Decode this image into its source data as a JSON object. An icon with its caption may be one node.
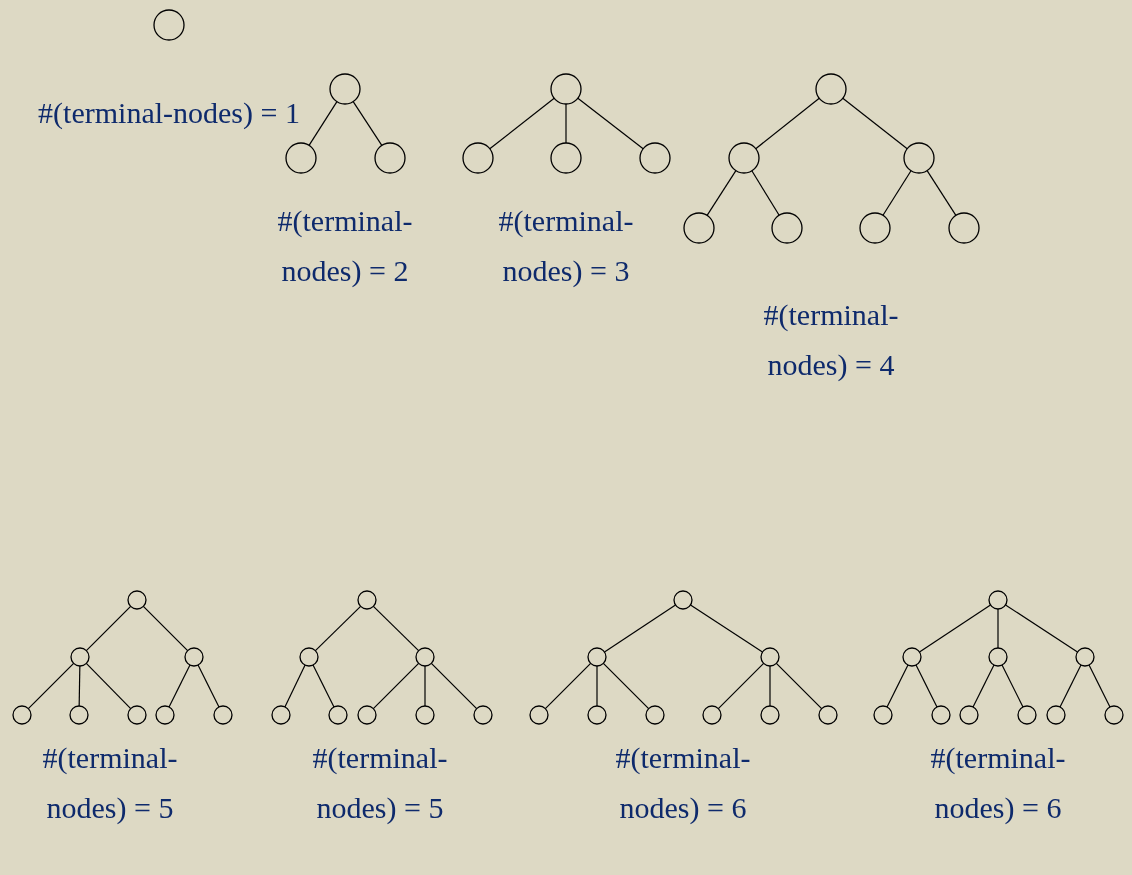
{
  "diagram": {
    "nodes": [
      {
        "text": [],
        "shape": "circle"
      },
      {
        "text": [],
        "shape": "circle"
      },
      {
        "text": [],
        "shape": "circle"
      },
      {
        "text": [],
        "shape": "circle"
      },
      {
        "text": [],
        "shape": "circle"
      },
      {
        "text": [],
        "shape": "circle"
      },
      {
        "text": [],
        "shape": "circle"
      },
      {
        "text": [],
        "shape": "circle"
      },
      {
        "text": [],
        "shape": "circle"
      },
      {
        "text": [],
        "shape": "circle"
      },
      {
        "text": [],
        "shape": "circle"
      },
      {
        "text": [],
        "shape": "circle"
      },
      {
        "text": [],
        "shape": "circle"
      },
      {
        "text": [],
        "shape": "circle"
      },
      {
        "text": [],
        "shape": "circle"
      },
      {
        "text": [],
        "shape": "circle"
      },
      {
        "text": [],
        "shape": "circle"
      },
      {
        "text": [],
        "shape": "circle"
      },
      {
        "text": [],
        "shape": "circle"
      },
      {
        "text": [],
        "shape": "circle"
      },
      {
        "text": [],
        "shape": "circle"
      },
      {
        "text": [],
        "shape": "circle"
      },
      {
        "text": [],
        "shape": "circle"
      },
      {
        "text": [],
        "shape": "circle"
      },
      {
        "text": [],
        "shape": "circle"
      },
      {
        "text": [],
        "shape": "circle"
      },
      {
        "text": [],
        "shape": "circle"
      },
      {
        "text": [],
        "shape": "circle"
      },
      {
        "text": [],
        "shape": "circle"
      },
      {
        "text": [],
        "shape": "circle"
      },
      {
        "text": [],
        "shape": "circle"
      },
      {
        "text": [],
        "shape": "circle"
      },
      {
        "text": [],
        "shape": "circle"
      },
      {
        "text": [],
        "shape": "circle"
      },
      {
        "text": [],
        "shape": "circle"
      },
      {
        "text": [],
        "shape": "circle"
      },
      {
        "text": [],
        "shape": "circle"
      },
      {
        "text": [],
        "shape": "circle"
      },
      {
        "text": [],
        "shape": "circle"
      },
      {
        "text": [],
        "shape": "circle"
      },
      {
        "text": [],
        "shape": "circle"
      },
      {
        "text": [],
        "shape": "circle"
      },
      {
        "text": [],
        "shape": "circle"
      },
      {
        "text": [],
        "shape": "circle"
      },
      {
        "text": [],
        "shape": "circle"
      },
      {
        "text": [],
        "shape": "circle"
      },
      {
        "text": [],
        "shape": "circle"
      },
      {
        "text": [],
        "shape": "circle"
      },
      {
        "text": [],
        "shape": "circle"
      },
      {
        "text": [],
        "shape": "circle"
      }
    ],
    "edges": [
      {
        "from": 1,
        "to": 2,
        "arrow": "none"
      },
      {
        "from": 1,
        "to": 3,
        "arrow": "none"
      },
      {
        "from": 4,
        "to": 5,
        "arrow": "none"
      },
      {
        "from": 4,
        "to": 6,
        "arrow": "none"
      },
      {
        "from": 4,
        "to": 7,
        "arrow": "none"
      },
      {
        "from": 8,
        "to": 9,
        "arrow": "none"
      },
      {
        "from": 8,
        "to": 10,
        "arrow": "none"
      },
      {
        "from": 9,
        "to": 11,
        "arrow": "none"
      },
      {
        "from": 9,
        "to": 12,
        "arrow": "none"
      },
      {
        "from": 10,
        "to": 13,
        "arrow": "none"
      },
      {
        "from": 10,
        "to": 14,
        "arrow": "none"
      },
      {
        "from": 15,
        "to": 16,
        "arrow": "none"
      },
      {
        "from": 15,
        "to": 17,
        "arrow": "none"
      },
      {
        "from": 16,
        "to": 18,
        "arrow": "none"
      },
      {
        "from": 16,
        "to": 19,
        "arrow": "none"
      },
      {
        "from": 16,
        "to": 20,
        "arrow": "none"
      },
      {
        "from": 17,
        "to": 21,
        "arrow": "none"
      },
      {
        "from": 17,
        "to": 22,
        "arrow": "none"
      },
      {
        "from": 23,
        "to": 24,
        "arrow": "none"
      },
      {
        "from": 23,
        "to": 25,
        "arrow": "none"
      },
      {
        "from": 24,
        "to": 26,
        "arrow": "none"
      },
      {
        "from": 24,
        "to": 27,
        "arrow": "none"
      },
      {
        "from": 25,
        "to": 28,
        "arrow": "none"
      },
      {
        "from": 25,
        "to": 29,
        "arrow": "none"
      },
      {
        "from": 25,
        "to": 30,
        "arrow": "none"
      },
      {
        "from": 31,
        "to": 32,
        "arrow": "none"
      },
      {
        "from": 31,
        "to": 33,
        "arrow": "none"
      },
      {
        "from": 32,
        "to": 34,
        "arrow": "none"
      },
      {
        "from": 32,
        "to": 35,
        "arrow": "none"
      },
      {
        "from": 32,
        "to": 36,
        "arrow": "none"
      },
      {
        "from": 33,
        "to": 37,
        "arrow": "none"
      },
      {
        "from": 33,
        "to": 38,
        "arrow": "none"
      },
      {
        "from": 33,
        "to": 39,
        "arrow": "none"
      },
      {
        "from": 40,
        "to": 41,
        "arrow": "none"
      },
      {
        "from": 40,
        "to": 42,
        "arrow": "none"
      },
      {
        "from": 40,
        "to": 43,
        "arrow": "none"
      },
      {
        "from": 41,
        "to": 44,
        "arrow": "none"
      },
      {
        "from": 41,
        "to": 45,
        "arrow": "none"
      },
      {
        "from": 42,
        "to": 46,
        "arrow": "none"
      },
      {
        "from": 42,
        "to": 47,
        "arrow": "none"
      },
      {
        "from": 43,
        "to": 48,
        "arrow": "none"
      },
      {
        "from": 43,
        "to": 49,
        "arrow": "none"
      }
    ],
    "labels": [
      "#(terminal-nodes) = 1",
      "#(terminal-nodes) = 2",
      "#(terminal-nodes) = 3",
      "#(terminal-nodes) = 4",
      "#(terminal-nodes) = 5",
      "#(terminal-nodes) = 5",
      "#(terminal-nodes) = 6",
      "#(terminal-nodes) = 6"
    ]
  }
}
